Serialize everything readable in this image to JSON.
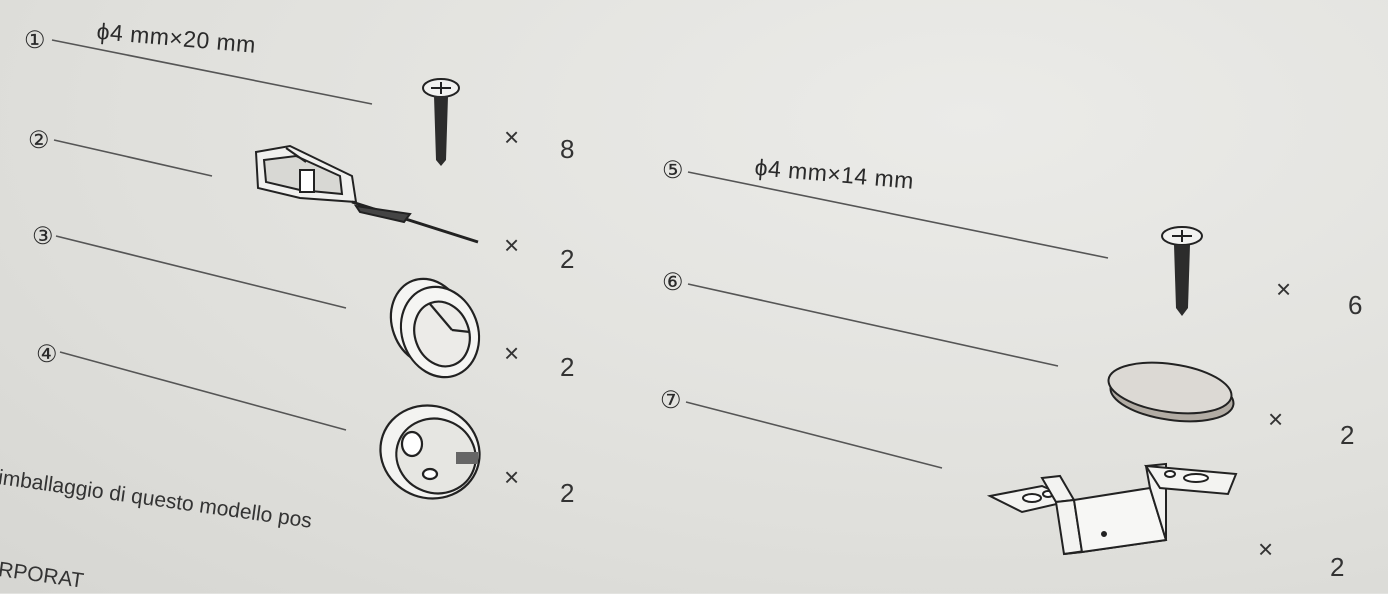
{
  "parts": [
    {
      "num": "①",
      "dimension": "ϕ4 mm×20 mm",
      "times": "×",
      "qty": "8",
      "icon": "long-screw-icon"
    },
    {
      "num": "②",
      "times": "×",
      "qty": "2",
      "icon": "clamp-bracket-icon"
    },
    {
      "num": "③",
      "times": "×",
      "qty": "2",
      "icon": "cable-grommet-icon"
    },
    {
      "num": "④",
      "times": "×",
      "qty": "2",
      "icon": "cam-lock-icon"
    },
    {
      "num": "⑤",
      "dimension": "ϕ4 mm×14 mm",
      "times": "×",
      "qty": "6",
      "icon": "short-screw-icon"
    },
    {
      "num": "⑥",
      "times": "×",
      "qty": "2",
      "icon": "round-pad-icon"
    },
    {
      "num": "⑦",
      "times": "×",
      "qty": "2",
      "icon": "u-bracket-icon"
    }
  ],
  "footer": {
    "line1": "imballaggio di questo modello pos",
    "line2": "RPORAT"
  }
}
